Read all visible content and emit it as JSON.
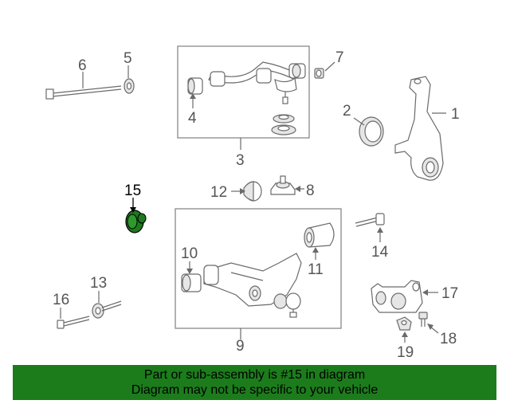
{
  "callouts": {
    "c1": "1",
    "c2": "2",
    "c3": "3",
    "c4": "4",
    "c5": "5",
    "c6": "6",
    "c7": "7",
    "c8": "8",
    "c9": "9",
    "c10": "10",
    "c11": "11",
    "c12": "12",
    "c13": "13",
    "c14": "14",
    "c15": "15",
    "c16": "16",
    "c17": "17",
    "c18": "18",
    "c19": "19"
  },
  "highlight": {
    "part_number": "15",
    "color": "#1d7a1d"
  },
  "banner": {
    "line1": "Part or sub-assembly is #15 in diagram",
    "line2": "Diagram may not be specific to your vehicle",
    "color": "#1c7c1c"
  }
}
